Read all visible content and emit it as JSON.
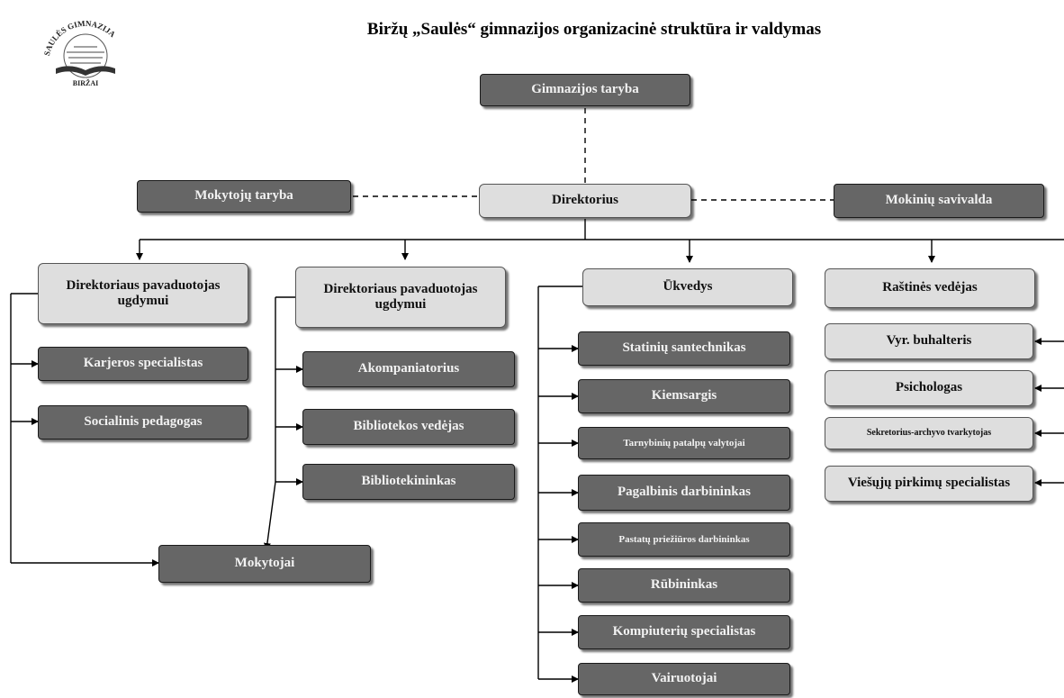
{
  "title": "Biržų „Saulės“ gimnazijos organizacinė struktūra ir valdymas",
  "logo": {
    "arc_text": "SAULĖS GIMNAZIJA",
    "bottom_text": "BIRŽAI"
  },
  "nodes": {
    "council": "Gimnazijos taryba",
    "director": "Direktorius",
    "teachers_council": "Mokytojų taryba",
    "student_gov": "Mokinių savivalda",
    "deputy1": "Direktoriaus pavaduotojas ugdymui",
    "deputy2": "Direktoriaus pavaduotojas ugdymui",
    "housekeeper": "Ūkvedys",
    "office_head": "Raštinės vedėjas",
    "career": "Karjeros specialistas",
    "social": "Socialinis pedagogas",
    "accompanist": "Akompaniatorius",
    "library_head": "Bibliotekos vedėjas",
    "librarian": "Bibliotekininkas",
    "teachers": "Mokytojai",
    "plumber": "Statinių santechnikas",
    "guard": "Kiemsargis",
    "cleaners": "Tarnybinių patalpų valytojai",
    "helper": "Pagalbinis darbininkas",
    "maintenance": "Pastatų priežiūros darbininkas",
    "cloakroom": "Rūbininkas",
    "it": "Kompiuterių specialistas",
    "driver": "Vairuotojai",
    "accountant": "Vyr. buhalteris",
    "psychologist": "Psichologas",
    "secretary": "Sekretorius-archyvo tvarkytojas",
    "procurement": "Viešųjų pirkimų specialistas"
  }
}
